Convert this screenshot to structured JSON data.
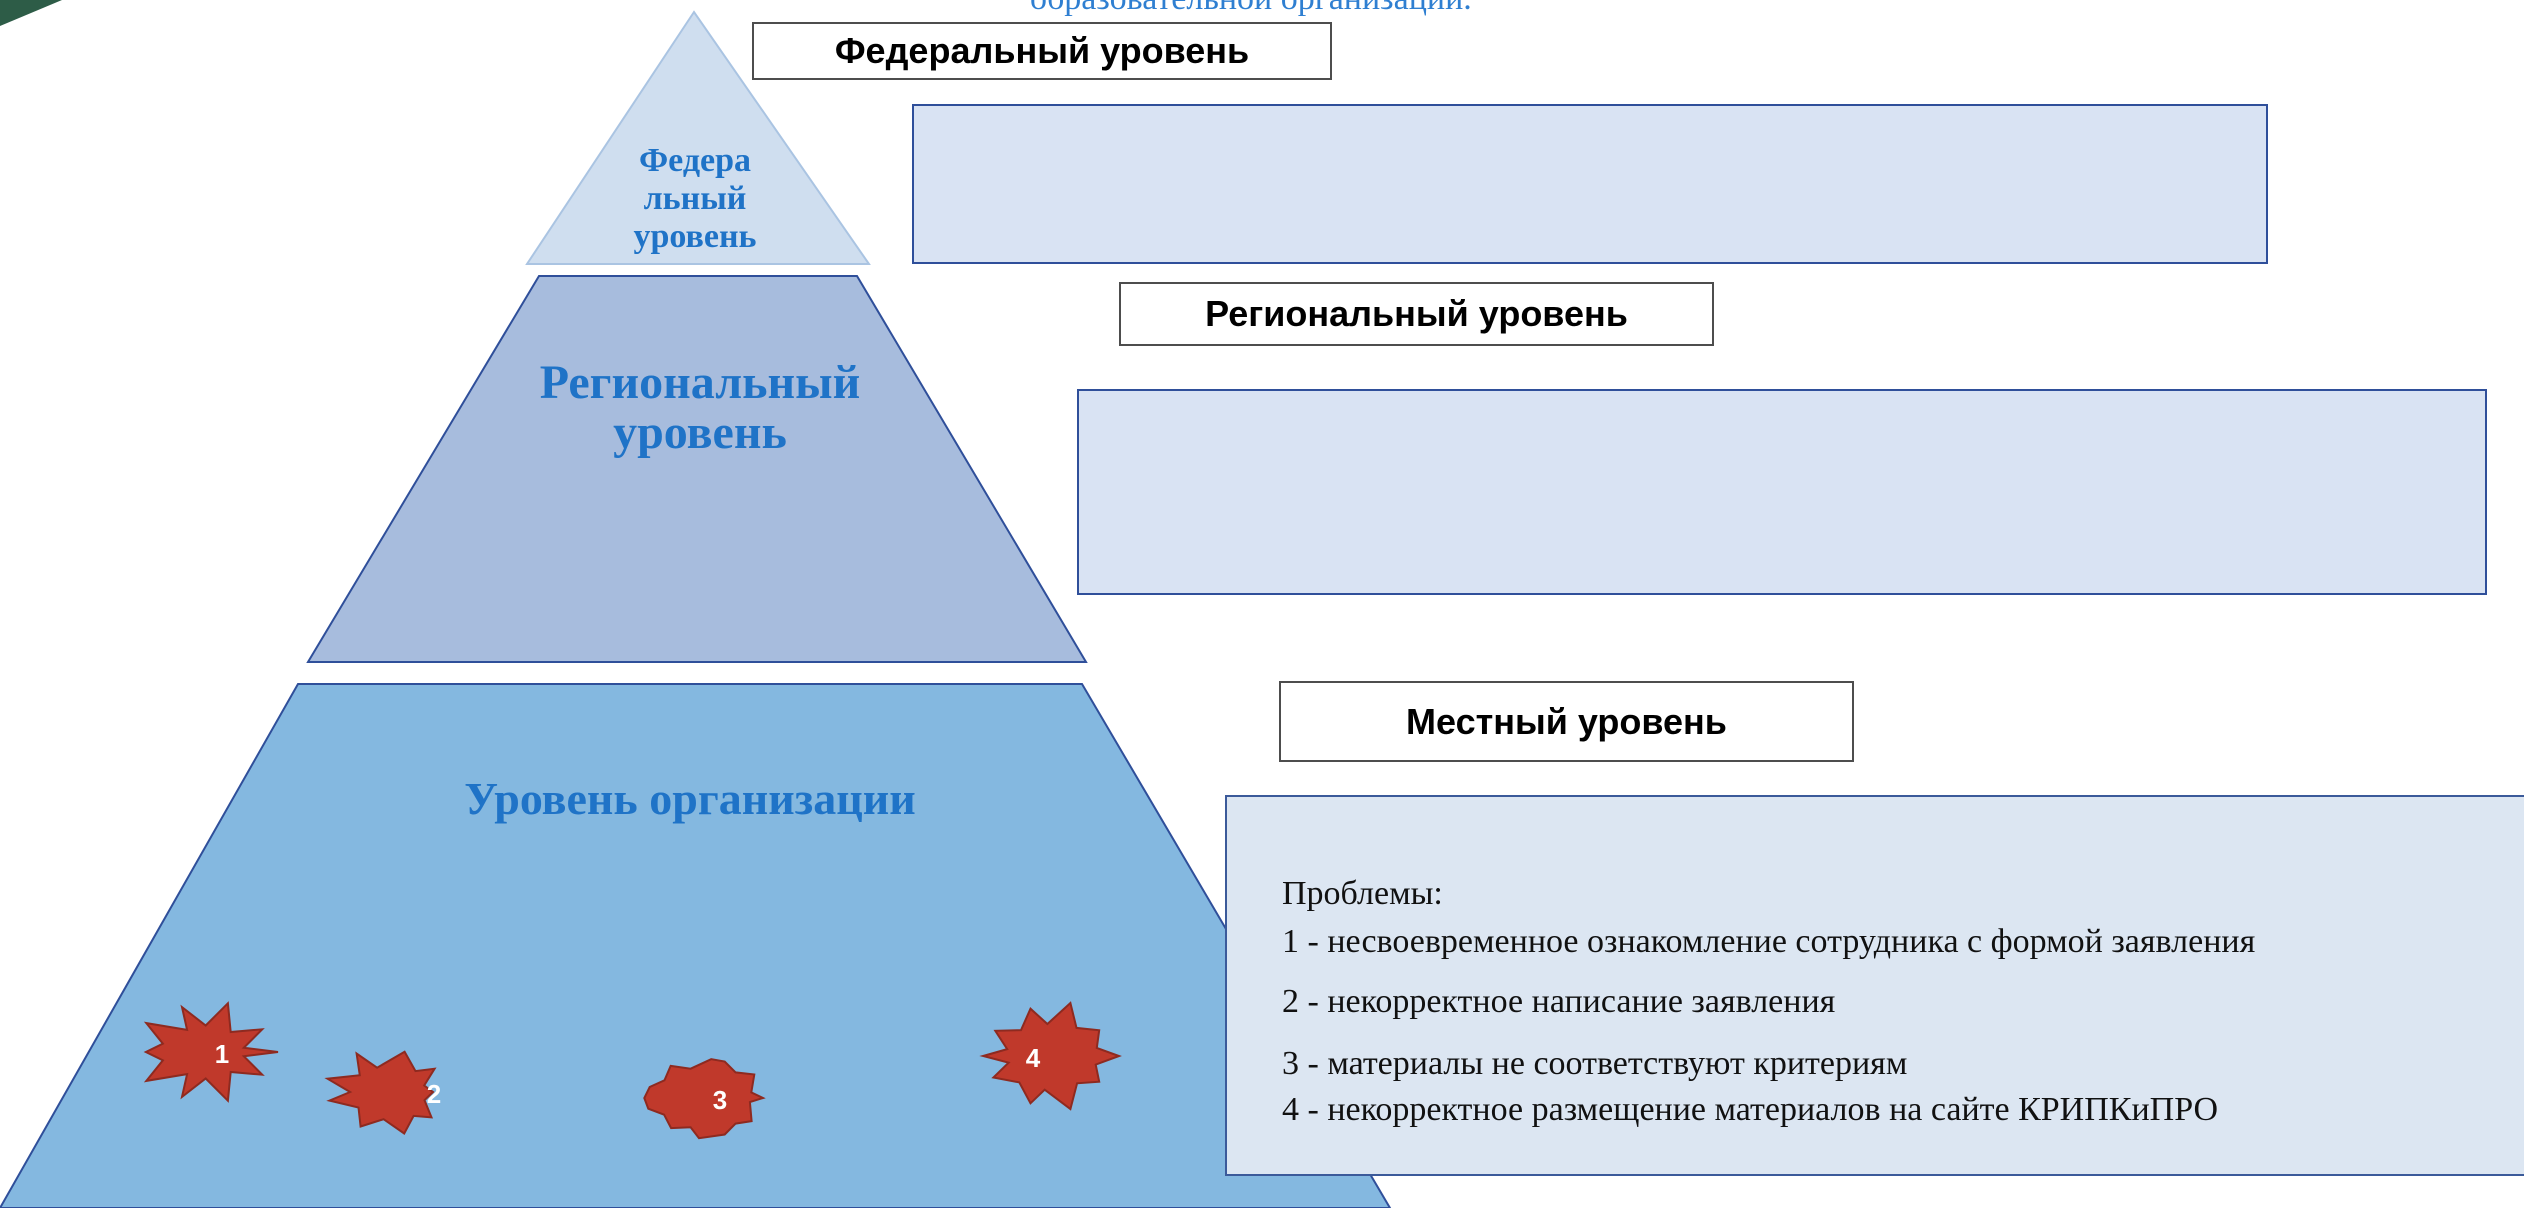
{
  "top_caption": "образовательной организации.",
  "pyramid": {
    "federal_label": "Федера\nльный\nуровень",
    "regional_label": "Региональный\nуровень",
    "organization_label": "Уровень организации"
  },
  "level_boxes": {
    "federal": "Федеральный уровень",
    "regional": "Региональный уровень",
    "local": "Местный уровень"
  },
  "problems": {
    "title": "Проблемы:",
    "items": [
      "1 - несвоевременное ознакомление сотрудника  с формой заявления",
      "2 - некорректное написание заявления",
      "3 - материалы не соответствуют критериям",
      "4 - некорректное размещение материалов на сайте КРИПКиПРО"
    ]
  },
  "markers": [
    "1",
    "2",
    "3",
    "4"
  ],
  "colors": {
    "federal_fill": "#cfdeef",
    "regional_fill": "#a7bcdd",
    "organization_fill": "#84b8e0",
    "accent_text": "#1f73c7",
    "box_fill": "#d9e3f3",
    "marker_fill": "#c0392b"
  }
}
